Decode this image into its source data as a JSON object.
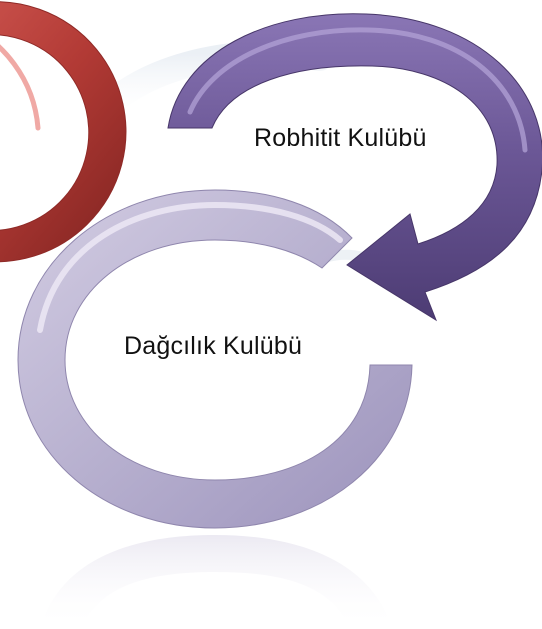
{
  "diagram": {
    "type": "cycle",
    "nodes": [
      {
        "label": ""
      },
      {
        "label": "Robhitit Kulübü"
      },
      {
        "label": "Dağcılık Kulübü"
      }
    ],
    "colors": {
      "red_arc": "#b23a35",
      "purple_arc": "#6b5796",
      "lavender_arc": "#b7b0cf"
    }
  }
}
